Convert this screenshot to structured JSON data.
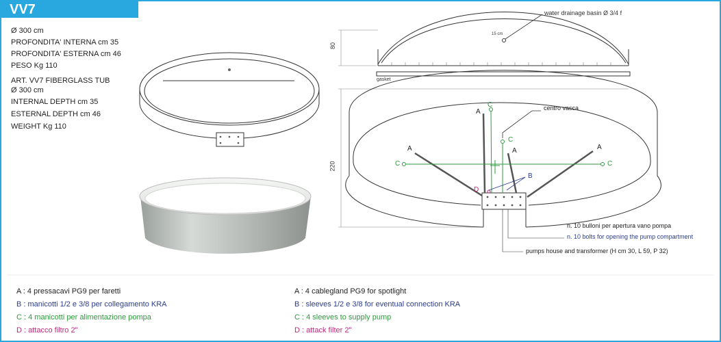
{
  "header": {
    "title": "VV7",
    "accent": "#29a8e0"
  },
  "specs": [
    "Ø 300 cm",
    "PROFONDITA' INTERNA cm 35",
    "PROFONDITA' ESTERNA cm 46",
    "PESO Kg 110",
    "ART. VV7 FIBERGLASS TUB",
    "Ø 300 cm",
    "INTERNAL DEPTH cm 35",
    "ESTERNAL DEPTH cm 46",
    "WEIGHT Kg 110"
  ],
  "diagram": {
    "water_drainage": "water drainage basin Ø 3/4 f",
    "dim_top": "80",
    "dim_side": "220",
    "measure_15": "15 cm",
    "gasket": "gasket",
    "centro_vasca": "centro vasca",
    "bolts_it": "n. 10 bulloni per apertura vano pompa",
    "bolts_en": "n. 10 bolts for opening the pump compartment",
    "pumps_house": "pumps house and transformer (H cm 30, L 59, P 32)",
    "letters": {
      "a": "A",
      "b": "B",
      "c": "C",
      "d": "D"
    }
  },
  "legend_it": [
    {
      "text": "A : 4 pressacavi PG9 per faretti",
      "color": "#222222"
    },
    {
      "text": "B : manicotti 1/2 e 3/8 per  collegamento KRA",
      "color": "#2b3c8c"
    },
    {
      "text": "C : 4 manicotti per alimentazione pompa",
      "color": "#2e9a3c"
    },
    {
      "text": "D : attacco filtro 2\"",
      "color": "#c0287a"
    }
  ],
  "legend_en": [
    {
      "text": "A : 4 cablegland PG9 for spotlight",
      "color": "#222222"
    },
    {
      "text": "B : sleeves 1/2 e 3/8 for eventual connection KRA",
      "color": "#2b3c8c"
    },
    {
      "text": "C : 4 sleeves to supply pump",
      "color": "#2e9a3c"
    },
    {
      "text": "D : attack filter 2\"",
      "color": "#c0287a"
    }
  ]
}
